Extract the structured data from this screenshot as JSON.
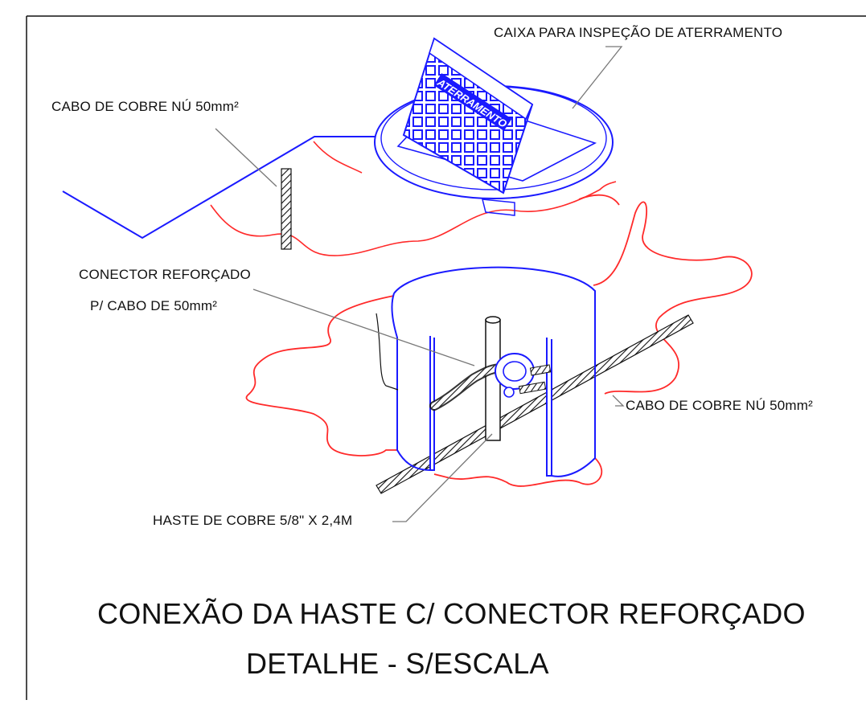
{
  "labels": {
    "caixa": "CAIXA PARA INSPEÇÃO DE ATERRAMENTO",
    "cabo_top": "CABO DE COBRE NÚ 50mm²",
    "conector_1": "CONECTOR REFORÇADO",
    "conector_2": "P/ CABO DE 50mm²",
    "cabo_right": "CABO DE COBRE NÚ 50mm²",
    "haste": "HASTE DE COBRE 5/8\" X 2,4M",
    "lid_text": "ATERRAMENTO"
  },
  "title": {
    "line1": "CONEXÃO DA HASTE C/ CONECTOR REFORÇADO",
    "line2": "DETALHE - S/ESCALA"
  },
  "colors": {
    "outline": "#1a1aff",
    "soil": "#ff2a2a",
    "ink": "#111111",
    "leader": "#777777"
  }
}
